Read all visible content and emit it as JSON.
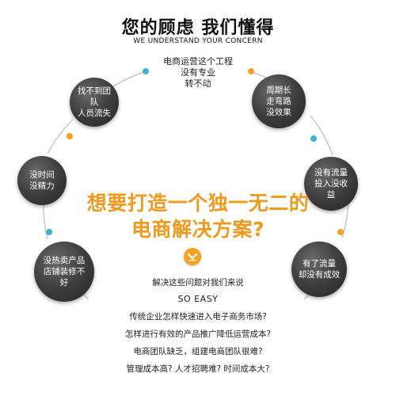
{
  "header": {
    "title": "您的顾虑 我们懂得",
    "subtitle": "WE UNDERSTAND YOUR CONCERN"
  },
  "top_concern": {
    "lines": [
      "电商运营这个工程",
      "没有专业",
      "转不动"
    ]
  },
  "bubbles": {
    "left_top": [
      "找不到团队",
      "人员流失"
    ],
    "left_mid": [
      "没时间",
      "没精力"
    ],
    "left_bottom": [
      "没热卖产品",
      "店铺装修不好"
    ],
    "right_top": [
      "周期长",
      "走弯路",
      "没效果"
    ],
    "right_mid": [
      "没有流量",
      "投入没收益"
    ],
    "right_bottom": [
      "有了流量",
      "却没有成效"
    ]
  },
  "headline": {
    "line1": "想要打造一个独一无二的",
    "line2": "电商解决方案?"
  },
  "bottom": {
    "intro": "解决这些问题对我们来说",
    "so_easy": "SO EASY",
    "questions": [
      "传统企业怎样快速进入电子商务市场?",
      "怎样进行有效的产品推广降低运营成本?",
      "电商团队缺乏，组建电商团队很难?",
      "管理成本高? 人才招聘难? 时间成本大?"
    ]
  },
  "colors": {
    "accent_orange": "#f0991c",
    "dot_teal": "#3db3d4",
    "dot_orange": "#f5a21c",
    "bubble_dark": "#3f3f3f"
  }
}
